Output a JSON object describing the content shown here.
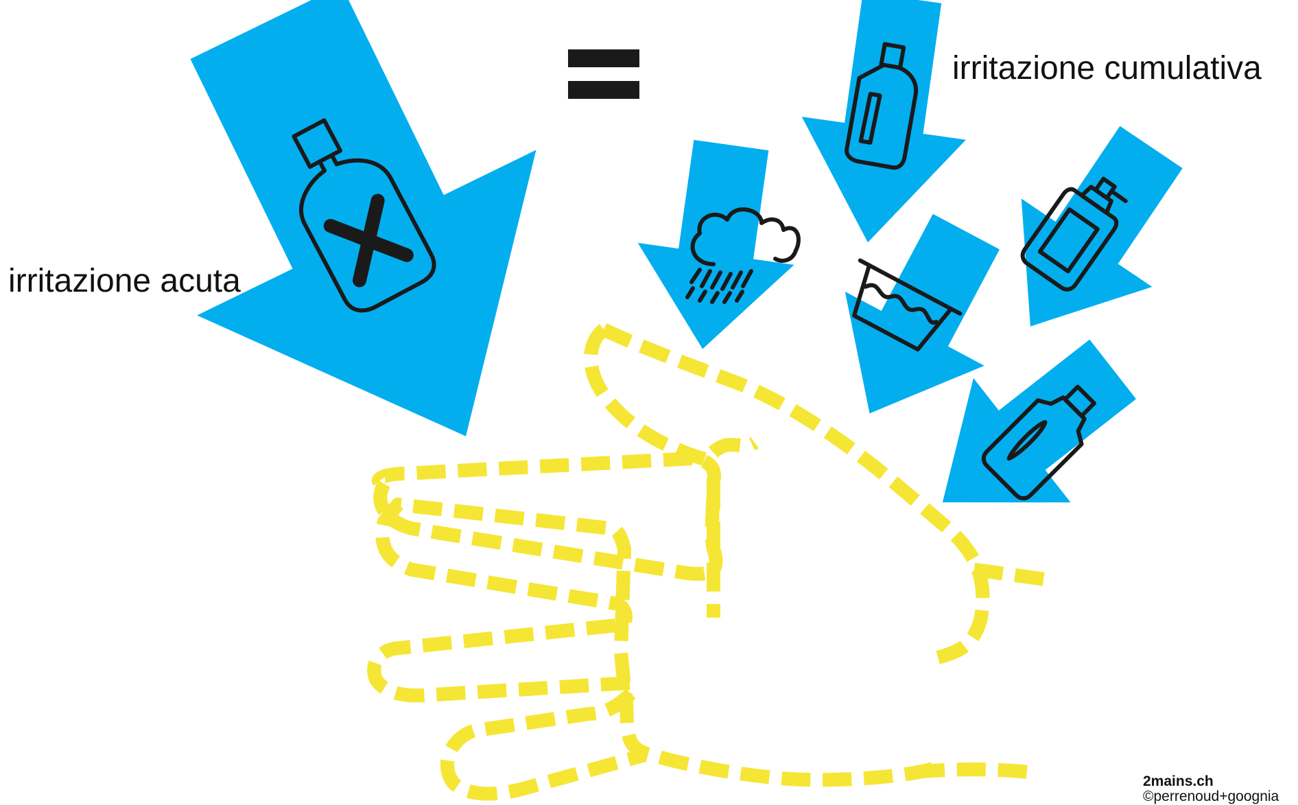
{
  "labels": {
    "acute": "irritazione acuta",
    "cumulative": "irritazione cumulativa"
  },
  "footer": {
    "site": "2mains.ch",
    "credit": "©perrenoud+goognia"
  },
  "symbols": {
    "equals": "="
  },
  "colors": {
    "arrow": "#03aeef",
    "hand_outline": "#f5e636",
    "hand_stitch": "#9a9a9a",
    "ink": "#1a1a1a"
  },
  "icons": {
    "acute_arrow": "poison-bottle-icon",
    "cumulative_arrows": [
      "rain-cloud-icon",
      "bottle-icon",
      "water-basin-icon",
      "soap-dispenser-icon",
      "detergent-bottle-icon"
    ]
  }
}
